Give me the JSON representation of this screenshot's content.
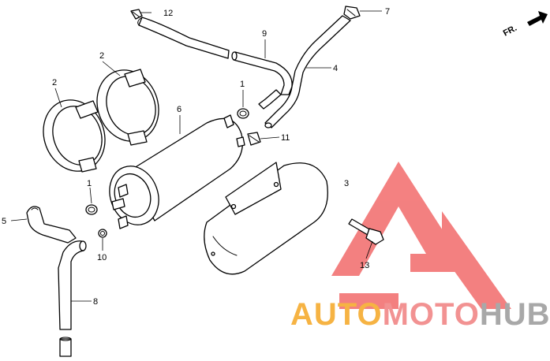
{
  "callouts": {
    "c1a": "1",
    "c1b": "1",
    "c2a": "2",
    "c2b": "2",
    "c3": "3",
    "c4": "4",
    "c5": "5",
    "c6": "6",
    "c7": "7",
    "c8": "8",
    "c9": "9",
    "c10": "10",
    "c11": "11",
    "c12": "12",
    "c13": "13"
  },
  "direction_label": "FR.",
  "watermark": {
    "part_auto": "AUTO",
    "part_moto": "MOTO",
    "part_hub": "HUB",
    "colors": {
      "auto": "#f5a623",
      "moto": "#f08080",
      "hub": "#9a9a9a",
      "triangle": "#f26b6b"
    }
  }
}
